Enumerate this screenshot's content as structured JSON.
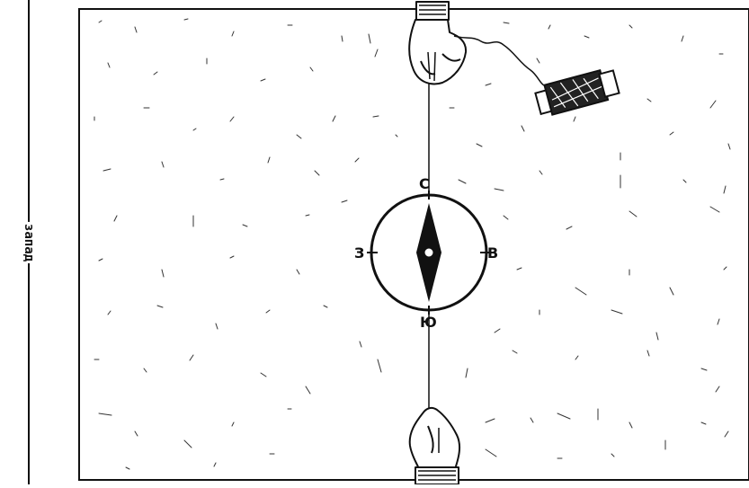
{
  "side_label": "запад",
  "compass": {
    "north": "С",
    "south": "Ю",
    "west": "З",
    "east": "В"
  },
  "colors": {
    "ink": "#111111",
    "paper": "#ffffff"
  },
  "icons": [
    "hand-top-icon",
    "hand-bottom-icon",
    "thread-spool-icon",
    "compass-needle-icon"
  ]
}
